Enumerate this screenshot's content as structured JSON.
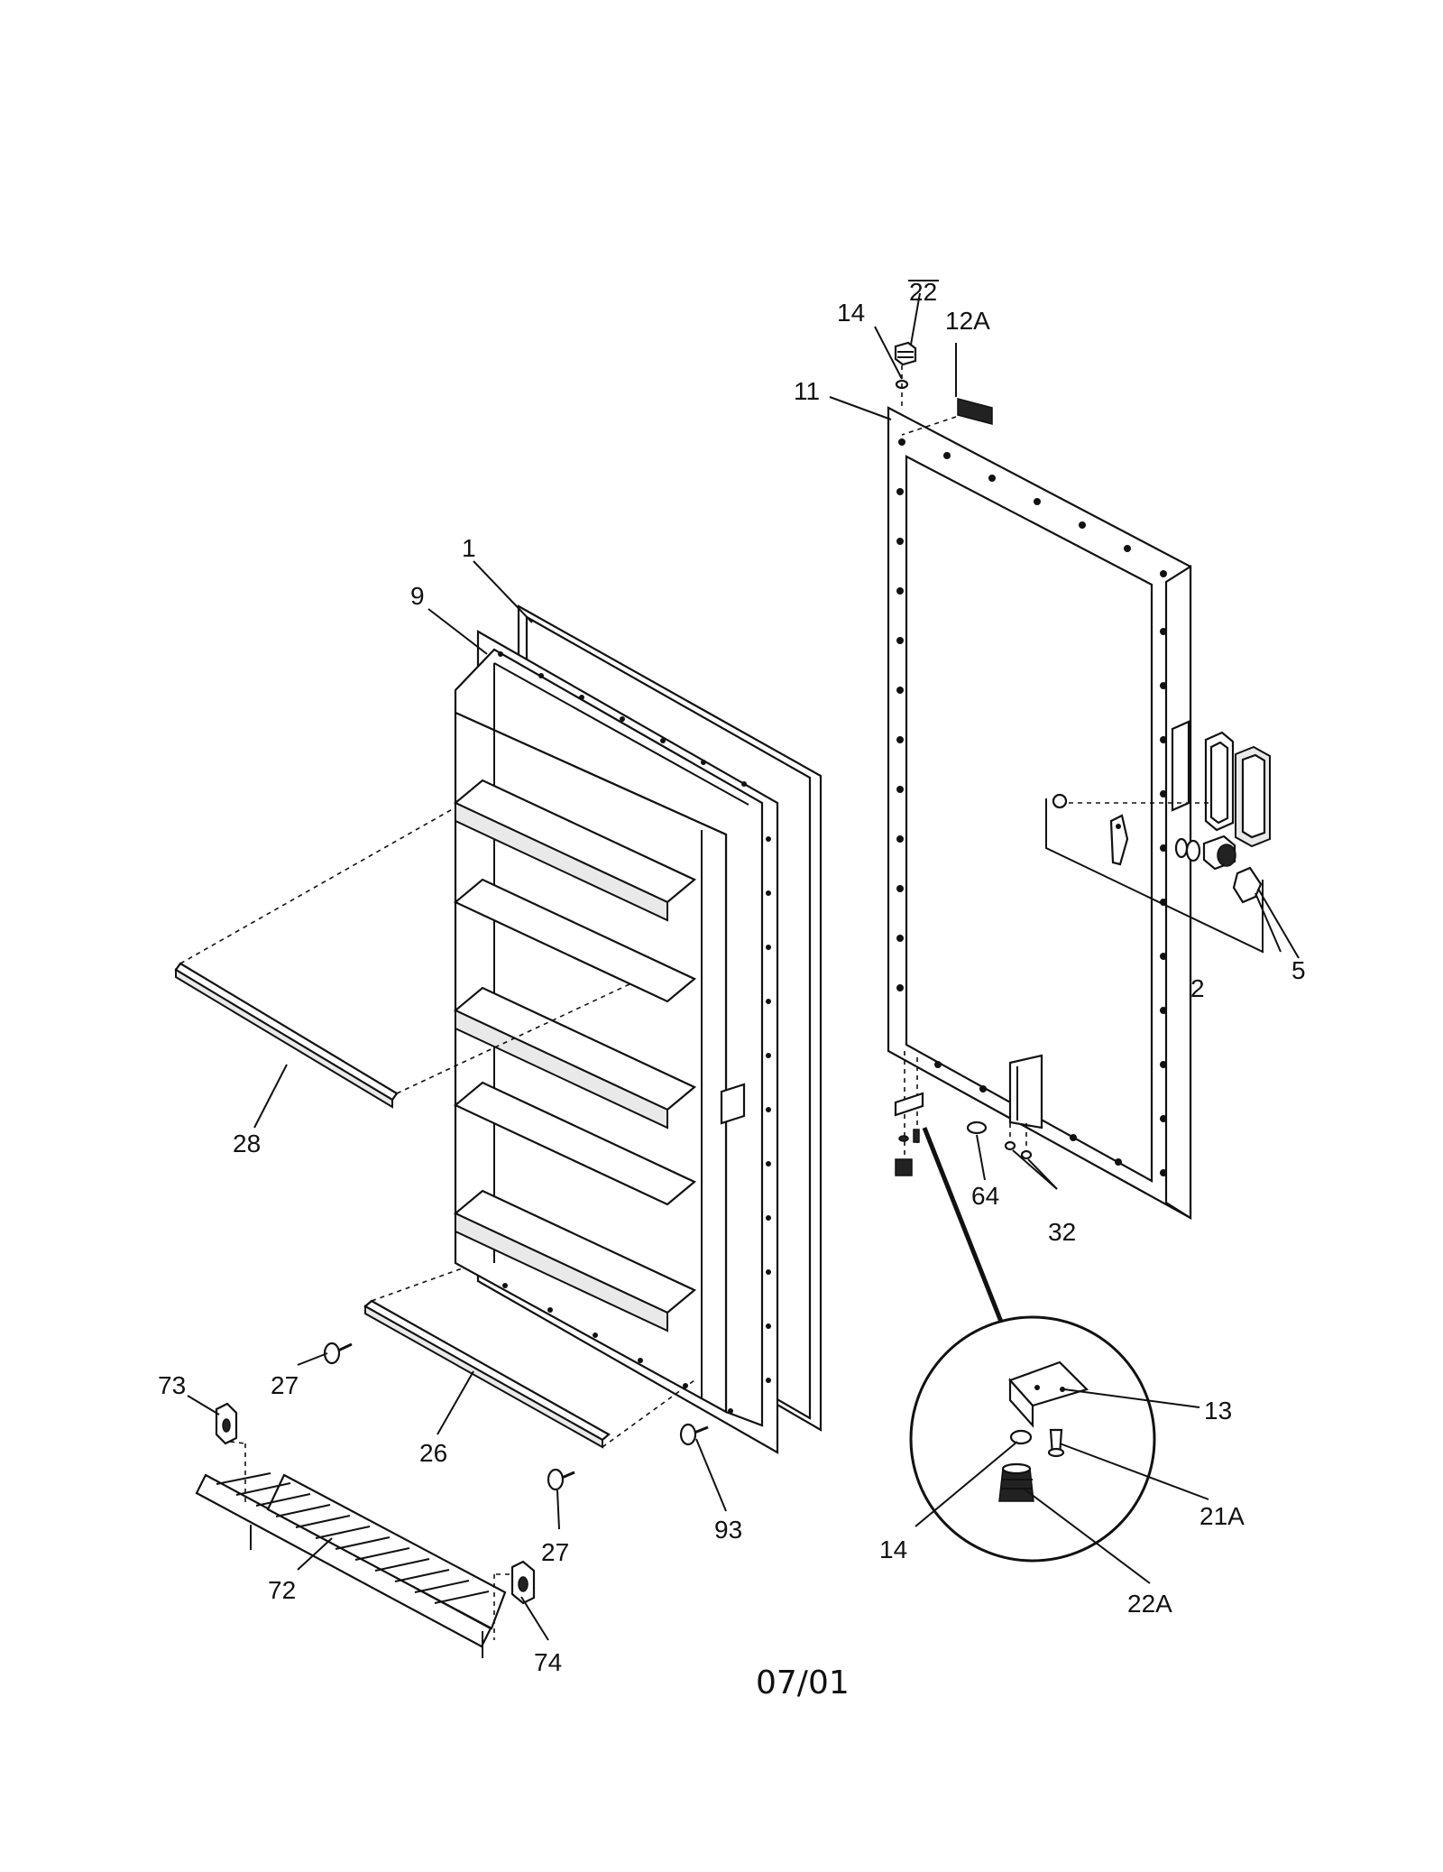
{
  "labels": {
    "l_22": "22",
    "l_14_top": "14",
    "l_12a": "12A",
    "l_11": "11",
    "l_1": "1",
    "l_9": "9",
    "l_5": "5",
    "l_2": "2",
    "l_28": "28",
    "l_64": "64",
    "l_32": "32",
    "l_13": "13",
    "l_27_a": "27",
    "l_26": "26",
    "l_73": "73",
    "l_93": "93",
    "l_27_b": "27",
    "l_21a": "21A",
    "l_14_detail": "14",
    "l_22a": "22A",
    "l_72": "72",
    "l_74": "74"
  },
  "date_code": "07/01"
}
